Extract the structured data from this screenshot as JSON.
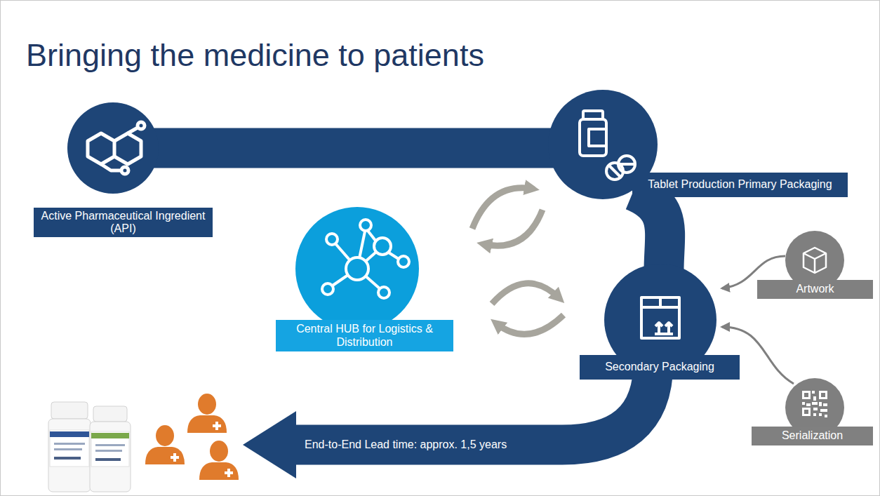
{
  "diagram": {
    "title": "Bringing the medicine to patients",
    "nodes": [
      {
        "text": [
          "Active Pharmaceutical Ingredient (API)"
        ]
      },
      {
        "text": [
          "Tablet Production Primary Packaging"
        ]
      },
      {
        "text": [
          "Central HUB for Logistics & Distribution"
        ]
      },
      {
        "text": [
          "Artwork"
        ]
      },
      {
        "text": [
          "Secondary Packaging"
        ]
      },
      {
        "text": [
          "Serialization"
        ]
      }
    ],
    "edges": [
      {
        "from": 0,
        "to": 1,
        "arrow": "none"
      },
      {
        "from": 1,
        "to": 4,
        "arrow": "none"
      },
      {
        "from": 3,
        "to": 4,
        "arrow": "to"
      },
      {
        "from": 5,
        "to": 4,
        "arrow": "to"
      }
    ],
    "labels": [
      "End-to-End Lead time: approx. 1,5 years"
    ]
  }
}
